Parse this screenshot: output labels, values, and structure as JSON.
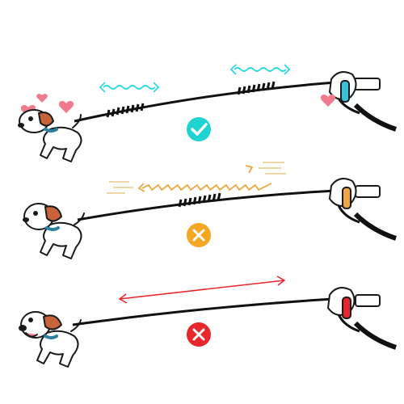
{
  "colors": {
    "background": "#ffffff",
    "leash": "#111111",
    "outline": "#1a1a1a",
    "dog_ear_brown": "#c8643a",
    "heart_pink": "#f07b8e",
    "check_badge": "#1fd3d0",
    "warn_badge": "#f5a623",
    "error_badge": "#e8262b",
    "arrow_cyan": "#2fd6e3",
    "arrow_orange": "#f2a640",
    "arrow_red": "#e8262b",
    "speed_lines": "#e9c98a",
    "collar_teal": "#2b7fa0",
    "handle_glove_grip": "#36c3d8",
    "handle_grip_orange": "#f2a640",
    "handle_grip_red": "#e8262b"
  },
  "rows": [
    {
      "status": "good",
      "badge_icon": "checkmark-icon",
      "bungee_segments": 2,
      "arrow": "wavy-double-arrow-cyan",
      "extras": [
        "hearts"
      ]
    },
    {
      "status": "warning",
      "badge_icon": "cross-icon",
      "bungee_segments": 1,
      "arrow": "zigzag-double-arrow-orange",
      "extras": [
        "speed-lines"
      ]
    },
    {
      "status": "bad",
      "badge_icon": "cross-icon",
      "bungee_segments": 0,
      "arrow": "straight-double-arrow-red",
      "extras": []
    }
  ]
}
